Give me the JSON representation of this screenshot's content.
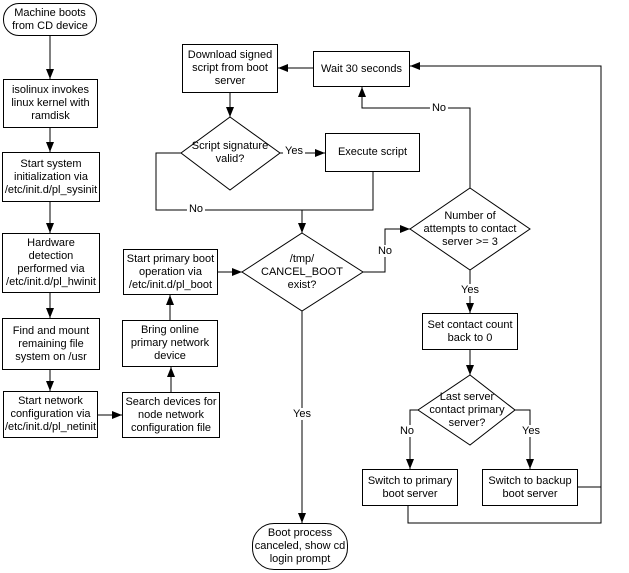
{
  "diagram": {
    "nodes": {
      "start": {
        "type": "terminator",
        "label": "Machine boots\nfrom CD device"
      },
      "isolinux": {
        "type": "process",
        "label": "isolinux invokes\nlinux kernel with\nramdisk"
      },
      "sysinit": {
        "type": "process",
        "label": "Start system\ninitialization via\n/etc/init.d/pl_sysinit"
      },
      "hwinit": {
        "type": "process",
        "label": "Hardware\ndetection\nperformed via\n/etc/init.d/pl_hwinit"
      },
      "findmount": {
        "type": "process",
        "label": "Find and mount\nremaining file\nsystem on /usr"
      },
      "netinit": {
        "type": "process",
        "label": "Start network\nconfiguration via\n/etc/init.d/pl_netinit"
      },
      "search": {
        "type": "process",
        "label": "Search devices for\nnode network\nconfiguration file"
      },
      "bring": {
        "type": "process",
        "label": "Bring online\nprimary network\ndevice"
      },
      "plboot": {
        "type": "process",
        "label": "Start primary boot\noperation via\n/etc/init.d/pl_boot"
      },
      "download": {
        "type": "process",
        "label": "Download signed\nscript from boot\nserver"
      },
      "wait": {
        "type": "process",
        "label": "Wait 30 seconds"
      },
      "sigvalid": {
        "type": "decision",
        "label": "Script signature\nvalid?"
      },
      "exec": {
        "type": "process",
        "label": "Execute script"
      },
      "cancelboot": {
        "type": "decision",
        "label": "/tmp/\nCANCEL_BOOT\nexist?"
      },
      "attempts": {
        "type": "decision",
        "label": "Number of\nattempts to contact\nserver >= 3"
      },
      "setcount": {
        "type": "process",
        "label": "Set contact count\nback to 0"
      },
      "lastserver": {
        "type": "decision",
        "label": "Last server\ncontact primary\nserver?"
      },
      "swprimary": {
        "type": "process",
        "label": "Switch to primary\nboot server"
      },
      "swbackup": {
        "type": "process",
        "label": "Switch to backup\nboot server"
      },
      "end": {
        "type": "terminator",
        "label": "Boot process\ncanceled, show cd\nlogin prompt"
      }
    },
    "edges": [
      {
        "from": "start",
        "to": "isolinux",
        "label": ""
      },
      {
        "from": "isolinux",
        "to": "sysinit",
        "label": ""
      },
      {
        "from": "sysinit",
        "to": "hwinit",
        "label": ""
      },
      {
        "from": "hwinit",
        "to": "findmount",
        "label": ""
      },
      {
        "from": "findmount",
        "to": "netinit",
        "label": ""
      },
      {
        "from": "netinit",
        "to": "search",
        "label": ""
      },
      {
        "from": "search",
        "to": "bring",
        "label": ""
      },
      {
        "from": "bring",
        "to": "plboot",
        "label": ""
      },
      {
        "from": "plboot",
        "to": "cancelboot",
        "label": ""
      },
      {
        "from": "wait",
        "to": "download",
        "label": ""
      },
      {
        "from": "download",
        "to": "sigvalid",
        "label": ""
      },
      {
        "from": "sigvalid",
        "to": "exec",
        "label": "Yes"
      },
      {
        "from": "sigvalid",
        "to": "cancelboot",
        "label": "No"
      },
      {
        "from": "exec",
        "to": "cancelboot",
        "label": ""
      },
      {
        "from": "cancelboot",
        "to": "attempts",
        "label": "No"
      },
      {
        "from": "cancelboot",
        "to": "end",
        "label": "Yes"
      },
      {
        "from": "attempts",
        "to": "wait",
        "label": "No"
      },
      {
        "from": "attempts",
        "to": "setcount",
        "label": "Yes"
      },
      {
        "from": "setcount",
        "to": "lastserver",
        "label": ""
      },
      {
        "from": "lastserver",
        "to": "swprimary",
        "label": "No"
      },
      {
        "from": "lastserver",
        "to": "swbackup",
        "label": "Yes"
      },
      {
        "from": "swprimary",
        "to": "wait",
        "label": ""
      },
      {
        "from": "swbackup",
        "to": "wait",
        "label": ""
      }
    ],
    "colors": {
      "line": "#000000",
      "fill": "#ffffff",
      "text": "#000000"
    }
  }
}
